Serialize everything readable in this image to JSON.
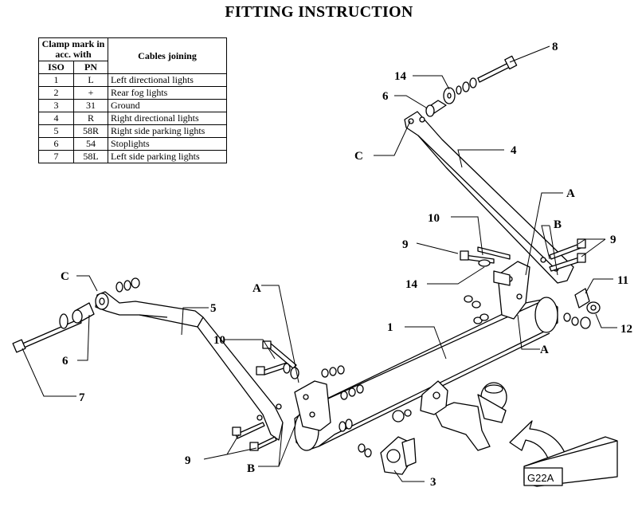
{
  "title": "FITTING INSTRUCTION",
  "table": {
    "header_clamp": "Clamp mark in acc. with",
    "header_cables": "Cables joining",
    "header_iso": "ISO",
    "header_pn": "PN",
    "rows": [
      {
        "iso": "1",
        "pn": "L",
        "desc": "Left directional lights"
      },
      {
        "iso": "2",
        "pn": "+",
        "desc": "Rear fog lights"
      },
      {
        "iso": "3",
        "pn": "31",
        "desc": "Ground"
      },
      {
        "iso": "4",
        "pn": "R",
        "desc": "Right directional lights"
      },
      {
        "iso": "5",
        "pn": "58R",
        "desc": "Right side parking lights"
      },
      {
        "iso": "6",
        "pn": "54",
        "desc": "Stoplights"
      },
      {
        "iso": "7",
        "pn": "58L",
        "desc": "Left side parking lights"
      }
    ]
  },
  "callouts": {
    "c1": "1",
    "c3": "3",
    "c4": "4",
    "c5": "5",
    "c6a": "6",
    "c6b": "6",
    "c7": "7",
    "c8": "8",
    "c9a": "9",
    "c9b": "9",
    "c9c": "9",
    "c10a": "10",
    "c10b": "10",
    "c11": "11",
    "c12": "12",
    "c14a": "14",
    "c14b": "14",
    "ca1": "A",
    "ca2": "A",
    "ca3": "A",
    "cb1": "B",
    "cb2": "B",
    "cc1": "C",
    "cc2": "C"
  },
  "badge": "G22A"
}
